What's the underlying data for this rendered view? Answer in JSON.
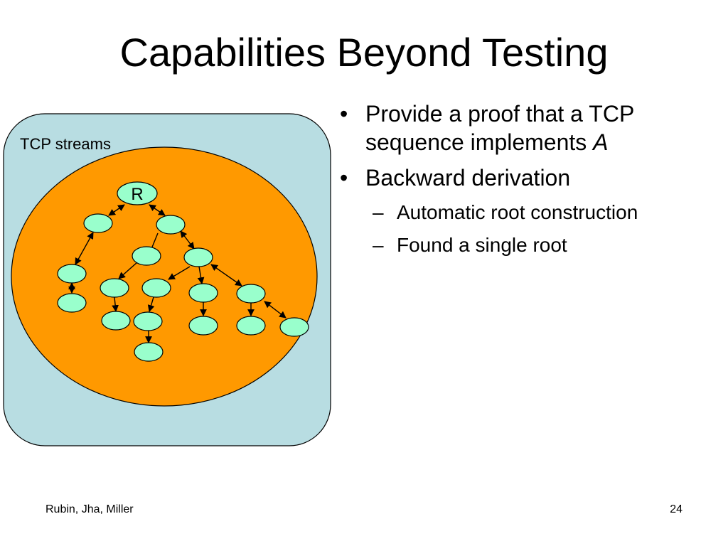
{
  "slide": {
    "title": "Capabilities Beyond Testing",
    "bullets": [
      {
        "lines": [
          "Provide a proof that a TCP",
          "sequence implements "
        ],
        "italic": "A"
      },
      {
        "lines": [
          "Backward derivation"
        ]
      }
    ],
    "subbullets": [
      "Automatic root construction",
      "Found a single root"
    ],
    "footer_left": "Rubin, Jha, Miller",
    "page_number": "24"
  },
  "diagram": {
    "outer_label": "TCP streams",
    "root_label": "R",
    "colors": {
      "outer": "#b8dde2",
      "inner": "#ff9900",
      "node": "#99ffcc",
      "stroke": "#000000"
    }
  }
}
